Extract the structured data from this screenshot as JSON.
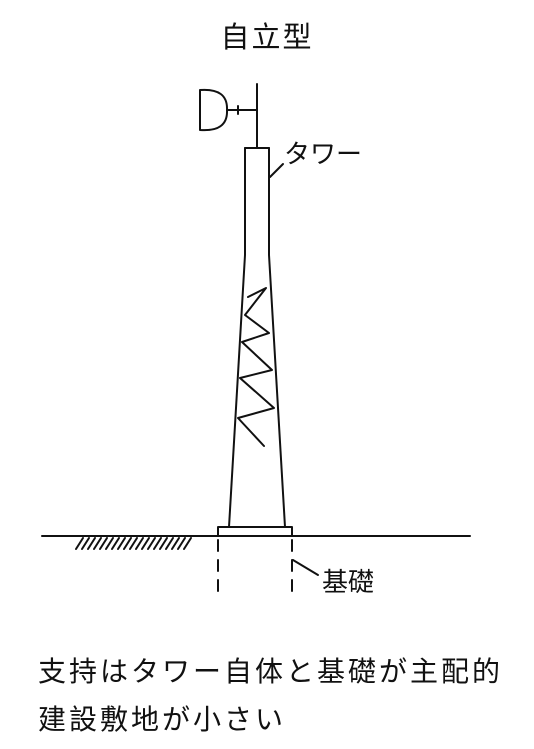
{
  "diagram": {
    "title": "自立型",
    "labels": {
      "tower": "タワー",
      "foundation": "基礎"
    },
    "caption": {
      "line1": "支持はタワー自体と基礎が主配的",
      "line2": "建設敷地が小さい"
    },
    "colors": {
      "ink": "#111111",
      "background": "#ffffff"
    }
  }
}
